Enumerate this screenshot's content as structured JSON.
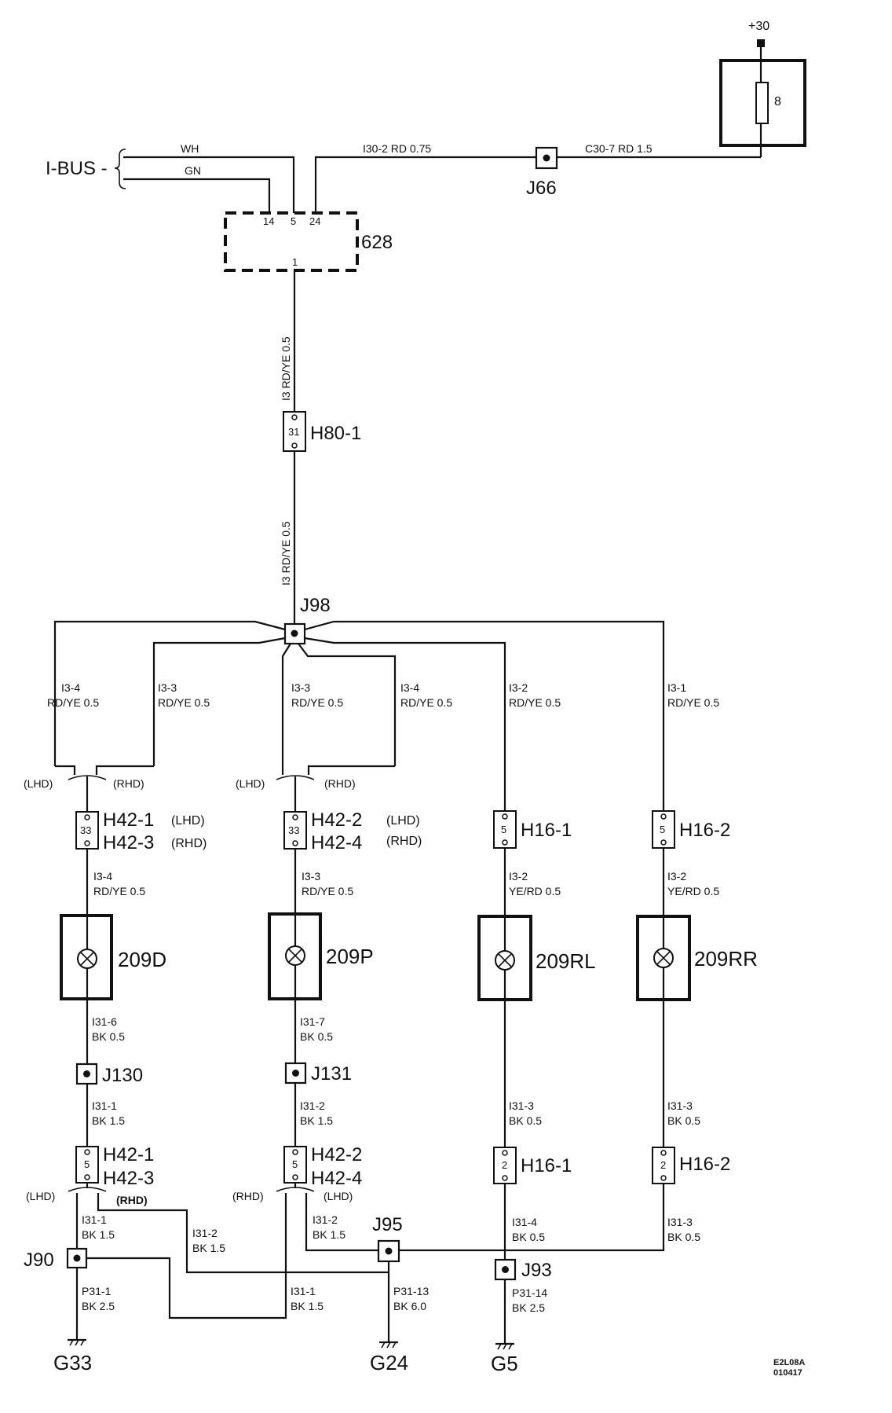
{
  "supply": {
    "label": "+30",
    "fuse_number": "8"
  },
  "ibus": {
    "label": "I-BUS -",
    "wire_wh": "WH",
    "wire_gn": "GN"
  },
  "wires_top": {
    "i30_2": "I30-2  RD  0.75",
    "c30_7": "C30-7  RD  1.5"
  },
  "junctions": {
    "j66": "J66",
    "j98": "J98",
    "j130": "J130",
    "j131": "J131",
    "j90": "J90",
    "j95": "J95",
    "j93": "J93"
  },
  "module": {
    "label": "628",
    "pin14": "14",
    "pin5": "5",
    "pin24": "24",
    "pin1": "1"
  },
  "vertical_wires": {
    "w1": "I3  RD/YE  0.5",
    "w2": "I3  RD/YE  0.5"
  },
  "h80": {
    "label": "H80-1",
    "pin": "31"
  },
  "branches": {
    "b1": [
      "I3-4",
      "RD/YE  0.5"
    ],
    "b2": [
      "I3-3",
      "RD/YE  0.5"
    ],
    "b3": [
      "I3-3",
      "RD/YE  0.5"
    ],
    "b4": [
      "I3-4",
      "RD/YE  0.5"
    ],
    "b5": [
      "I3-2",
      "RD/YE  0.5"
    ],
    "b6": [
      "I3-1",
      "RD/YE 0.5"
    ]
  },
  "hand": {
    "lhd": "(LHD)",
    "rhd": "(RHD)"
  },
  "connectors_upper": {
    "c1": {
      "l1": "H42-1",
      "l2": "H42-3",
      "s1": "(LHD)",
      "s2": "(RHD)",
      "pin": "33"
    },
    "c2": {
      "l1": "H42-2",
      "l2": "H42-4",
      "s1": "(LHD)",
      "s2": "(RHD)",
      "pin": "33"
    },
    "c3": {
      "l1": "H16-1",
      "pin": "5"
    },
    "c4": {
      "l1": "H16-2",
      "pin": "5"
    }
  },
  "wires_mid": {
    "m1": [
      "I3-4",
      "RD/YE  0.5"
    ],
    "m2": [
      "I3-3",
      "RD/YE  0.5"
    ],
    "m3": [
      "I3-2",
      "YE/RD  0.5"
    ],
    "m4": [
      "I3-2",
      "YE/RD  0.5"
    ]
  },
  "lamps": {
    "l1": "209D",
    "l2": "209P",
    "l3": "209RL",
    "l4": "209RR"
  },
  "wires_lower": {
    "a1": [
      "I31-6",
      "BK  0.5"
    ],
    "a2": [
      "I31-7",
      "BK  0.5"
    ],
    "b1": [
      "I31-1",
      "BK  1.5"
    ],
    "b2": [
      "I31-2",
      "BK  1.5"
    ],
    "b3": [
      "I31-3",
      "BK  0.5"
    ],
    "b4": [
      "I31-3",
      "BK  0.5"
    ]
  },
  "connectors_lower": {
    "c1": {
      "l1": "H42-1",
      "l2": "H42-3",
      "pin": "5"
    },
    "c2": {
      "l1": "H42-2",
      "l2": "H42-4",
      "pin": "5"
    },
    "c3": {
      "l1": "H16-1",
      "pin": "2"
    },
    "c4": {
      "l1": "H16-2",
      "pin": "2"
    }
  },
  "wires_ground": {
    "g1": [
      "I31-1",
      "BK  1.5"
    ],
    "g2": [
      "I31-2",
      "BK  1.5"
    ],
    "g3": [
      "I31-2",
      "BK  1.5"
    ],
    "g4": [
      "I31-4",
      "BK  0.5"
    ],
    "g5": [
      "I31-3",
      "BK  0.5"
    ],
    "g6": [
      "I31-1",
      "BK  1.5"
    ],
    "p1": [
      "P31-1",
      "BK  2.5"
    ],
    "p2": [
      "P31-13",
      "BK  6.0"
    ],
    "p3": [
      "P31-14",
      "BK  2.5"
    ]
  },
  "grounds": {
    "g33": "G33",
    "g24": "G24",
    "g5": "G5"
  },
  "footer": {
    "code": "E2L08A",
    "date": "010417"
  }
}
